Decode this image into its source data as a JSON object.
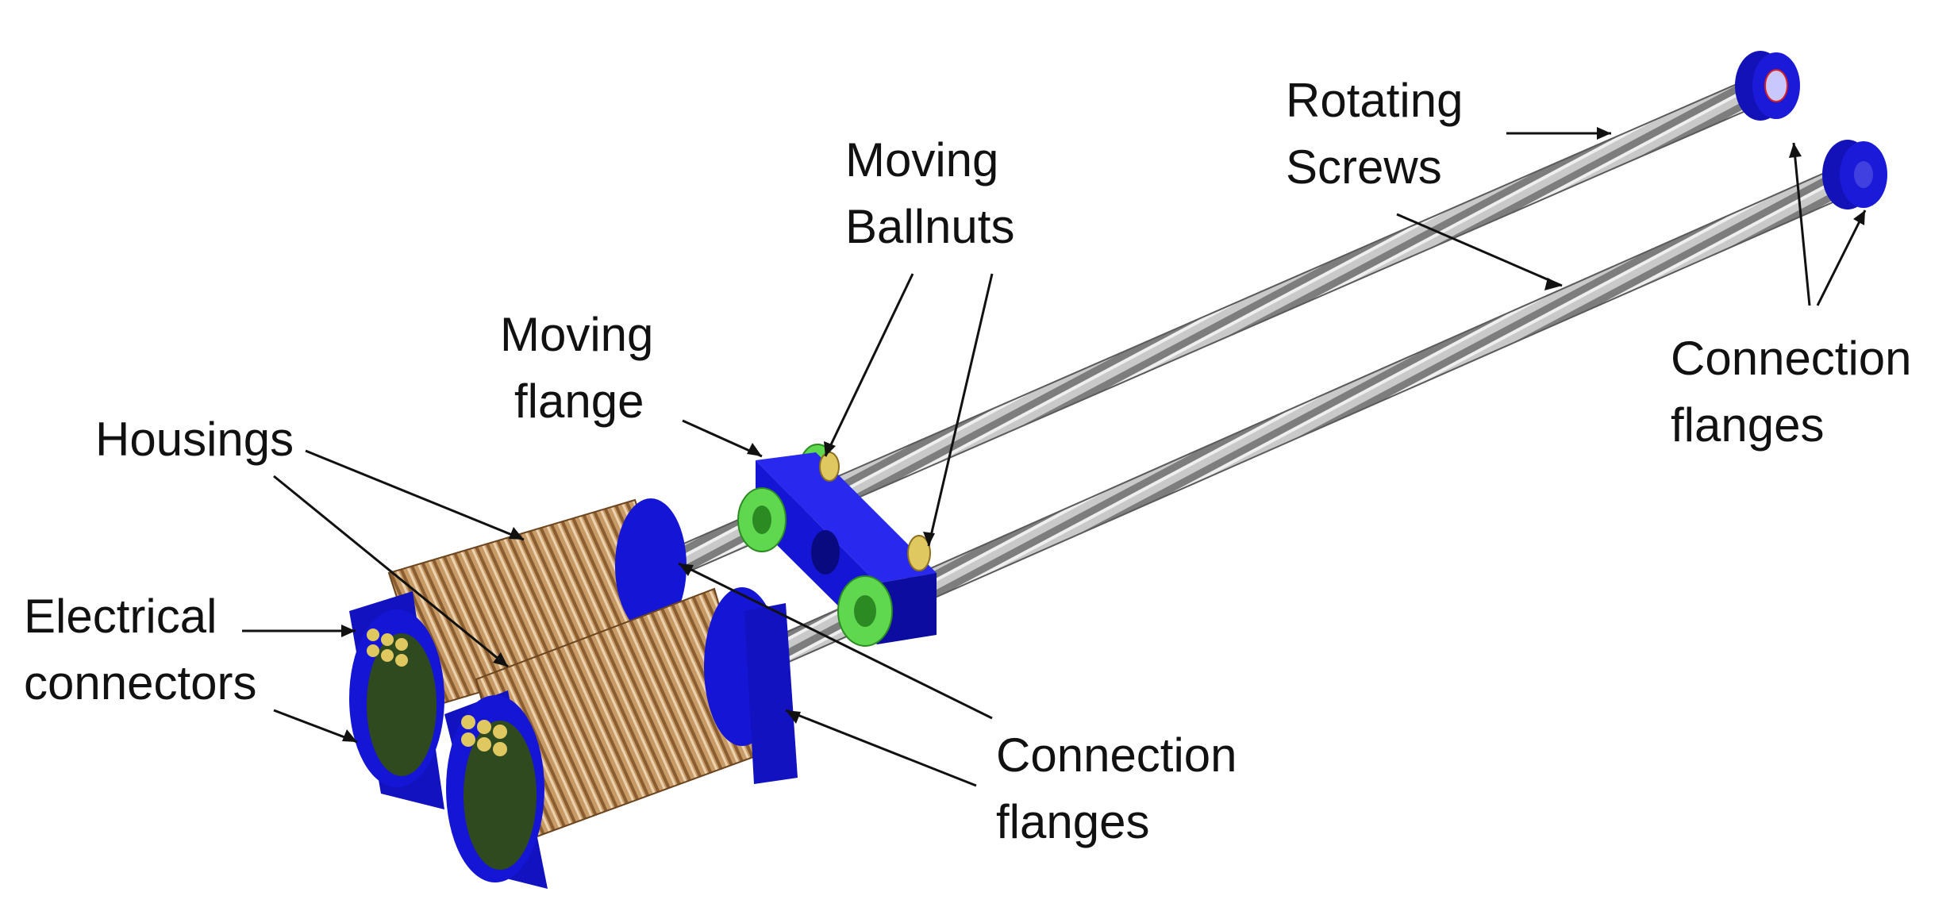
{
  "labels": {
    "rotating_screws": [
      "Rotating",
      "Screws"
    ],
    "moving_ballnuts": [
      "Moving",
      "Ballnuts"
    ],
    "moving_flange": [
      "Moving",
      "flange"
    ],
    "housings": "Housings",
    "electrical_connectors": [
      "Electrical",
      "connectors"
    ],
    "connection_flanges_bottom": [
      "Connection",
      "flanges"
    ],
    "connection_flanges_right": [
      "Connection",
      "flanges"
    ]
  },
  "colors": {
    "flange_blue": "#1515d6",
    "ballnut_green": "#5fd84f",
    "housing_bronze": "#b98a55",
    "screw_grey": "#a8a8a8",
    "face_dark_green": "#2f4a1e",
    "connector_gold": "#d8c060",
    "leader_line": "#111111"
  },
  "icons": {
    "motor_housing": "bronze-finned-cylinder-icon",
    "ball_screw": "threaded-rod-icon",
    "flange": "blue-flange-icon",
    "ballnut": "green-ballnut-icon"
  }
}
